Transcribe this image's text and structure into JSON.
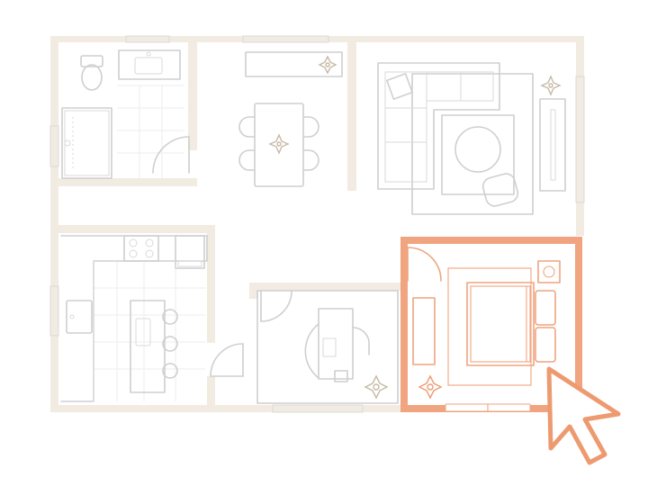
{
  "plan": {
    "rooms": [
      "bathroom",
      "dining",
      "living",
      "kitchen",
      "office",
      "bedroom"
    ],
    "highlighted_room": "bedroom",
    "highlight_color": "#f0a47f",
    "wall_color": "#f1ebe2",
    "furniture_color": "#cfcfcf",
    "cursor": {
      "icon": "pointer-arrow-icon",
      "color": "#ee9a70"
    }
  }
}
